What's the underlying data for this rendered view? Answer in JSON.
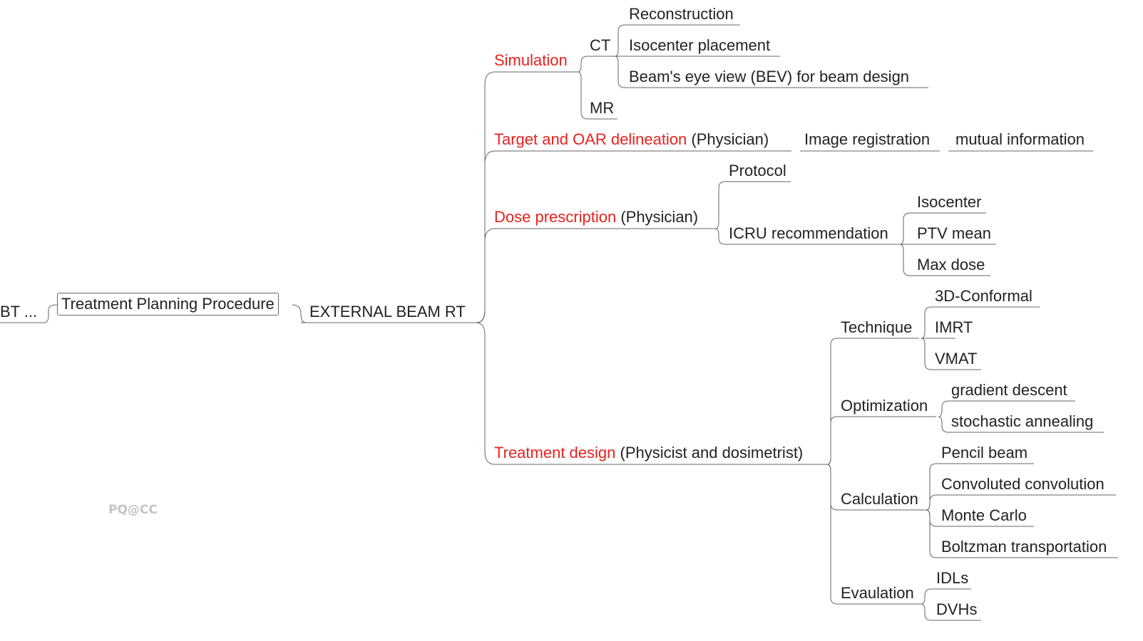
{
  "mindmap": {
    "collapsed_parent": "BT ...",
    "procedure": "Treatment Planning Procedure",
    "root": "EXTERNAL BEAM RT",
    "simulation": {
      "label": "Simulation",
      "ct": {
        "label": "CT",
        "items": [
          "Reconstruction",
          "Isocenter placement",
          "Beam's eye view (BEV) for beam design"
        ]
      },
      "mr": "MR"
    },
    "delineation": {
      "label": "Target and OAR delineation",
      "role": "(Physician)",
      "registration": "Image registration",
      "method": "mutual information"
    },
    "prescription": {
      "label": "Dose prescription",
      "role": "(Physician)",
      "protocol": "Protocol",
      "icru": {
        "label": "ICRU recommendation",
        "items": [
          "Isocenter",
          "PTV mean",
          "Max dose"
        ]
      }
    },
    "design": {
      "label": "Treatment design",
      "role": "(Physicist and dosimetrist)",
      "technique": {
        "label": "Technique",
        "items": [
          "3D-Conformal",
          "IMRT",
          "VMAT"
        ]
      },
      "optimization": {
        "label": "Optimization",
        "items": [
          "gradient descent",
          "stochastic annealing"
        ]
      },
      "calculation": {
        "label": "Calculation",
        "items": [
          "Pencil beam",
          "Convoluted convolution",
          "Monte Carlo",
          "Boltzman transportation"
        ]
      },
      "evaluation": {
        "label": "Evaulation",
        "items": [
          "IDLs",
          "DVHs"
        ]
      }
    }
  },
  "watermark": "PQ@CC",
  "colors": {
    "highlight": "#e8221e",
    "text": "#222222",
    "line": "#666666",
    "watermark": "#c4c4c4"
  }
}
